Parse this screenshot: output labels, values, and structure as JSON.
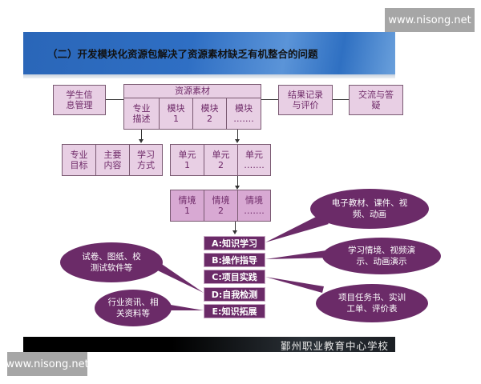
{
  "watermark": {
    "top": "www.nisong.net",
    "bottom": "www.nisong.net"
  },
  "header": {
    "title": "（二）开发模块化资源包解决了资源素材缺乏有机整合的问题"
  },
  "footer": {
    "school": "鄞州职业教育中心学校"
  },
  "row1": {
    "student_info": "学生信息管理",
    "resources": {
      "title": "资源素材",
      "cells": [
        "专业描述",
        "模块 1",
        "模块 2",
        "模块 ……."
      ]
    },
    "records": "结果记录与评价",
    "exchange": "交流与答疑"
  },
  "row2": {
    "profession": [
      "专业目标",
      "主要内容",
      "学习方式"
    ],
    "units": [
      "单元 1",
      "单元 2",
      "单元 ……."
    ]
  },
  "row3": {
    "scenarios": [
      "情境 1",
      "情境 2",
      "情境 ……."
    ]
  },
  "stack": [
    {
      "label": "A:知识学习"
    },
    {
      "label": "B:操作指导"
    },
    {
      "label": "C:项目实践"
    },
    {
      "label": "D:自我检测"
    },
    {
      "label": "E:知识拓展"
    }
  ],
  "bubbles": {
    "a": "电子教材、课件、视频、动画",
    "b": "学习情境、视频演示、动画演示",
    "c": "项目任务书、实训工单、评价表",
    "d": "试卷、图纸、校测试软件等",
    "e": "行业资讯、相关资料等"
  },
  "colors": {
    "box_fill": "#e8cfe4",
    "box_text": "#6e2a68",
    "bubble": "#6b2b68",
    "header_blue": "#2f6fc4"
  }
}
